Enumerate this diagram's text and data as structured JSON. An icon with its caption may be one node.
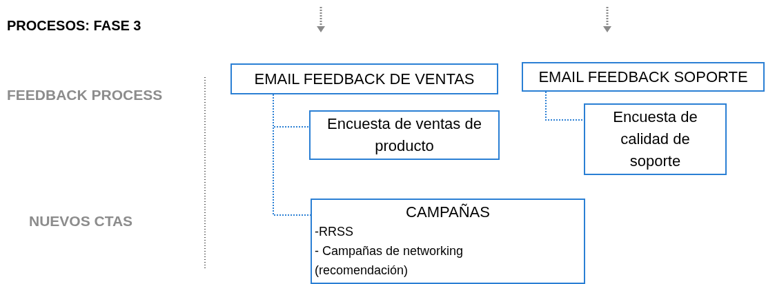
{
  "diagram": {
    "nodes": [
      {
        "text": [
          "EMAIL FEEDBACK DE VENTAS"
        ]
      },
      {
        "text": [
          "EMAIL FEEDBACK SOPORTE"
        ]
      },
      {
        "text": [
          "Encuesta de ventas de producto"
        ]
      },
      {
        "text": [
          "Encuesta de calidad de soporte"
        ]
      },
      {
        "text": [
          "CAMPAÑAS",
          "-RRSS",
          "- Campañas de networking (recomendación)"
        ]
      }
    ],
    "edges": [
      {
        "from": 0,
        "to": 2,
        "arrow": "none",
        "style": "dashed"
      },
      {
        "from": 0,
        "to": 4,
        "arrow": "none",
        "style": "dashed"
      },
      {
        "from": 1,
        "to": 3,
        "arrow": "none",
        "style": "dashed"
      }
    ],
    "labels": [
      "PROCESOS: FASE 3",
      "FEEDBACK PROCESS",
      "NUEVOS CTAS"
    ]
  }
}
